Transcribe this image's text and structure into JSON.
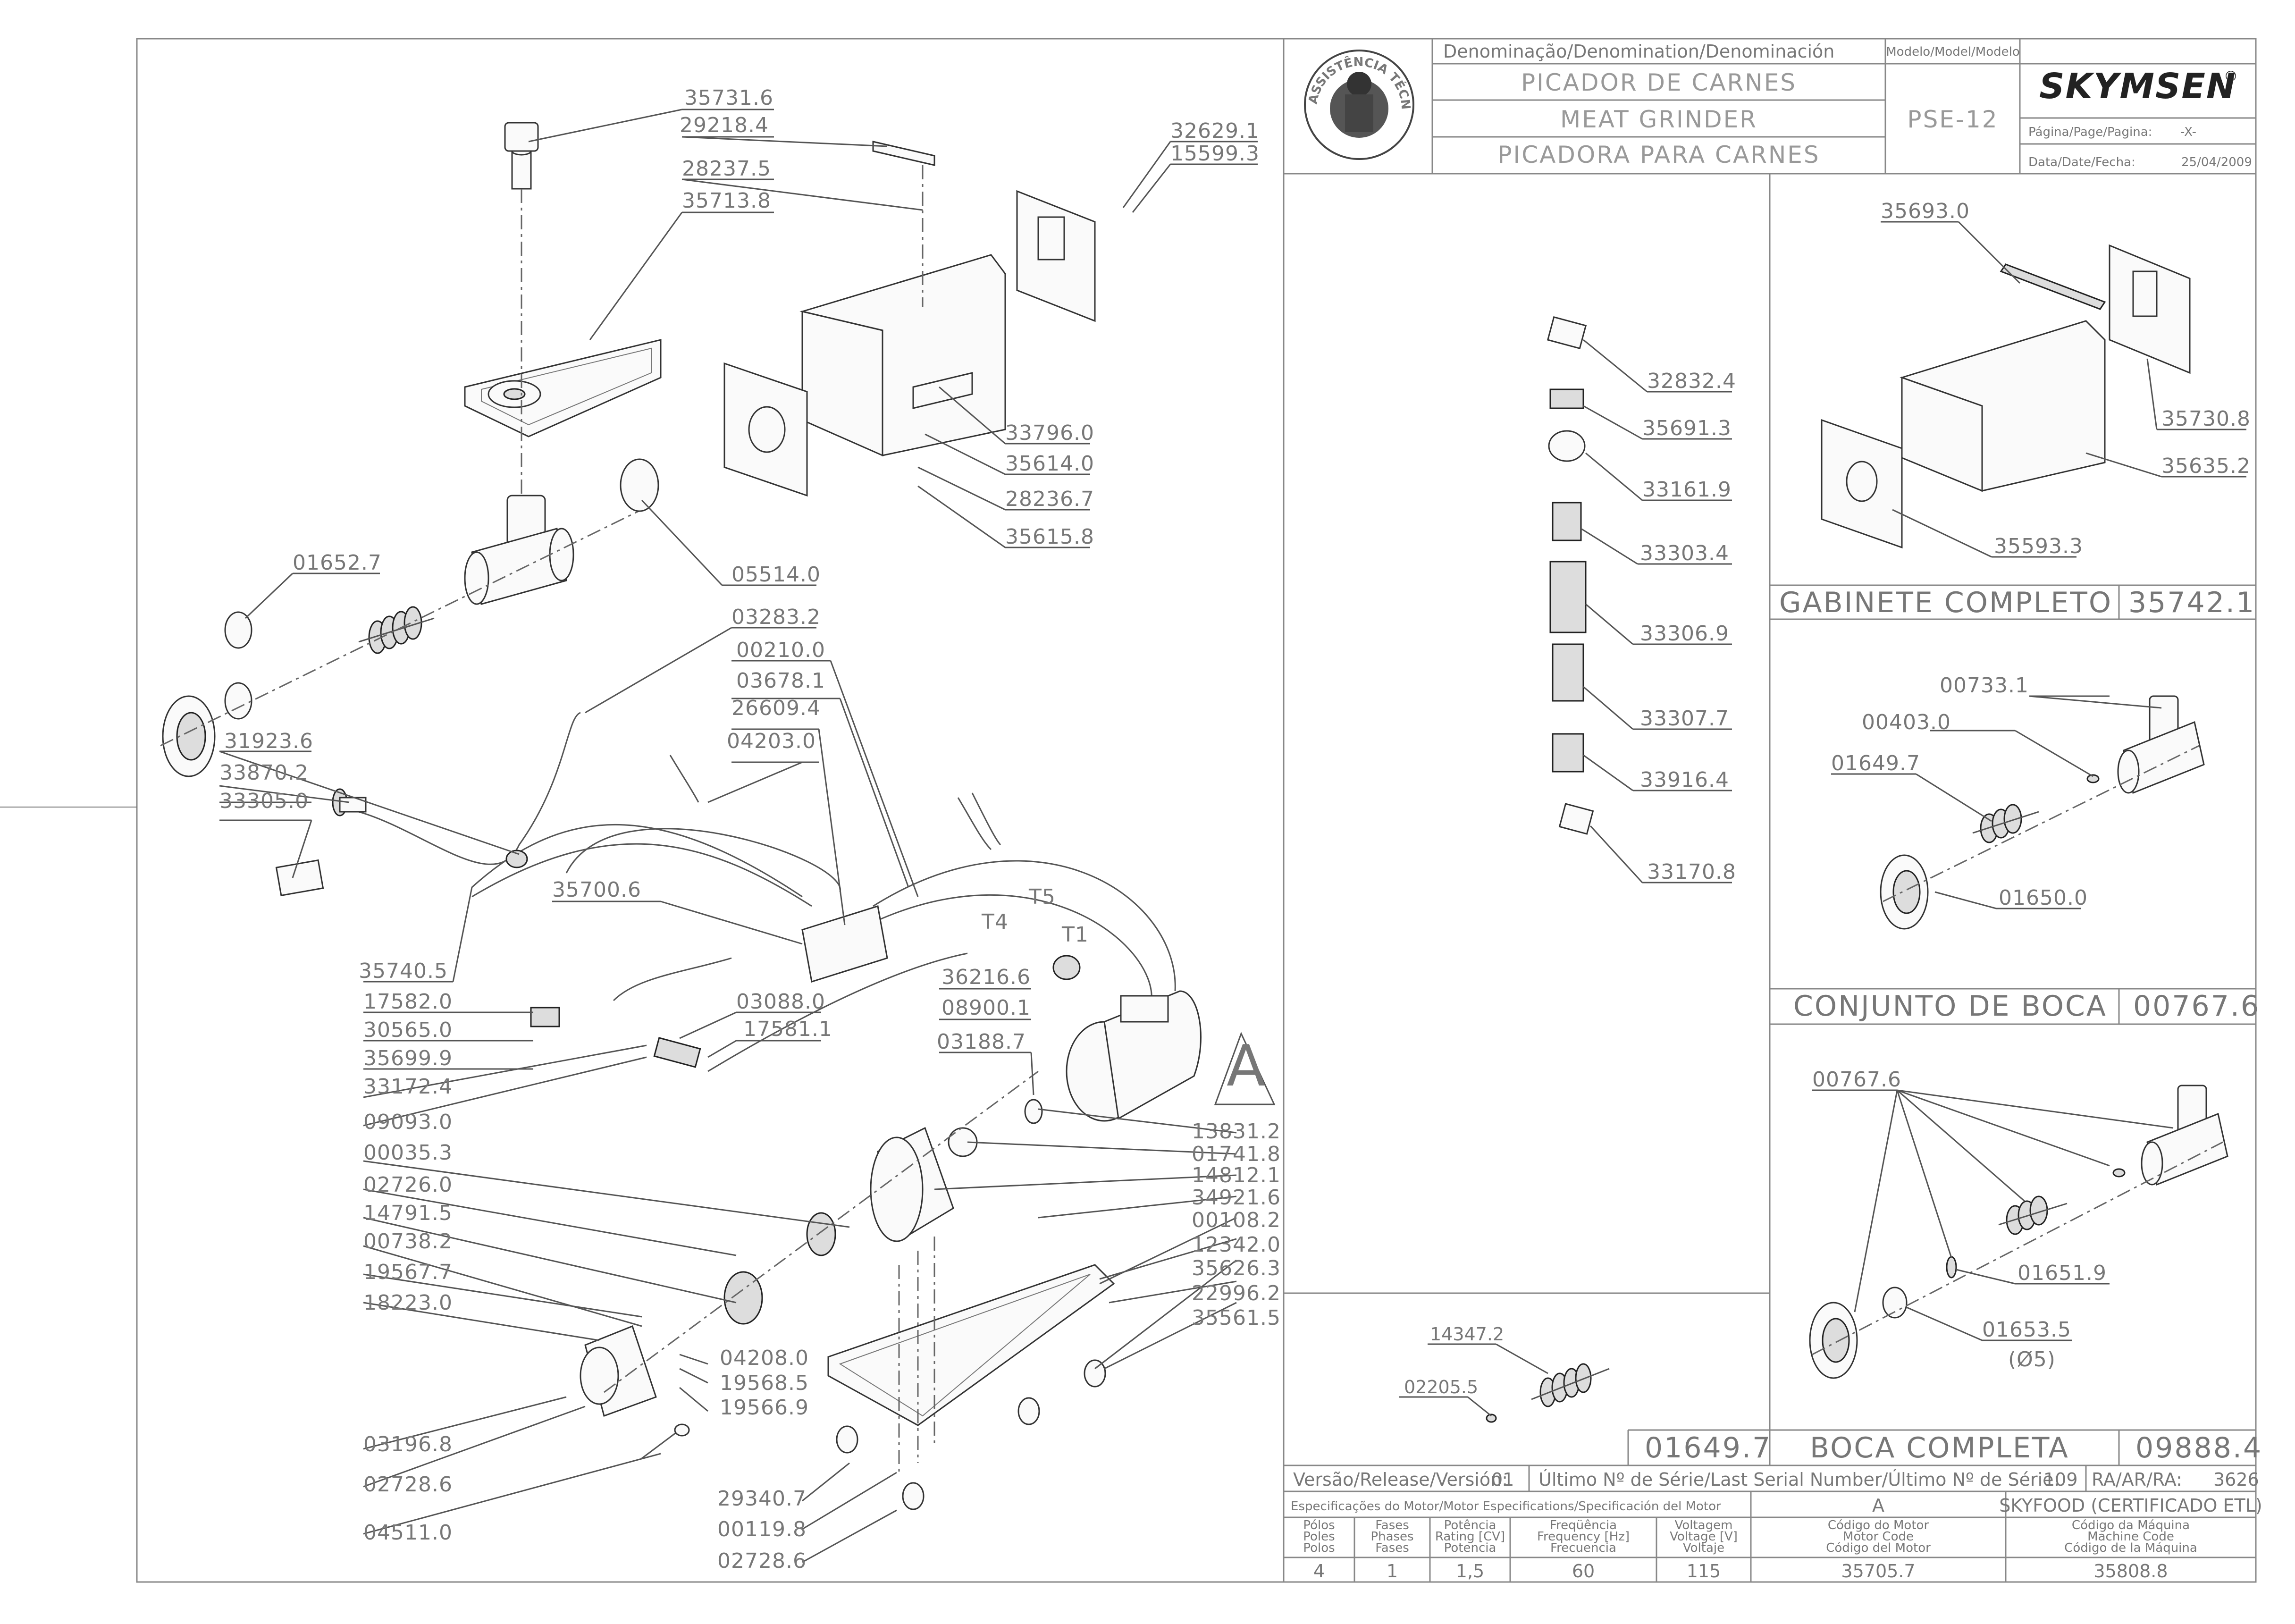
{
  "title_block": {
    "denomination_header": "Denominação/Denomination/Denominación",
    "name_pt": "PICADOR DE CARNES",
    "name_en": "MEAT GRINDER",
    "name_es": "PICADORA  PARA CARNES",
    "model_header": "Modelo/Model/Modelo",
    "model": "PSE-12",
    "brand": "SKYMSEN",
    "brand_mark": "®",
    "page_label": "Página/Page/Pagina:",
    "page_value": "-X-",
    "date_label": "Data/Date/Fecha:",
    "date_value": "25/04/2009",
    "seal_text": "ASSISTÊNCIA TÉCNICA AUTORIZADA"
  },
  "main_diagram": {
    "part_labels": [
      "35731.6",
      "29218.4",
      "28237.5",
      "35713.8",
      "32629.1",
      "15599.3",
      "33796.0",
      "35614.0",
      "28236.7",
      "35615.8",
      "01652.7",
      "05514.0",
      "03283.2",
      "00210.0",
      "03678.1",
      "26609.4",
      "04203.0",
      "31923.6",
      "33870.2",
      "33305.0",
      "35700.6",
      "35740.5",
      "17582.0",
      "30565.0",
      "35699.9",
      "33172.4",
      "09093.0",
      "03088.0",
      "17581.1",
      "36216.6",
      "08900.1",
      "03188.7",
      "13831.2",
      "01741.8",
      "00035.3",
      "14812.1",
      "34921.6",
      "02726.0",
      "00108.2",
      "14791.5",
      "12342.0",
      "00738.2",
      "35626.3",
      "19567.7",
      "22996.2",
      "18223.0",
      "35561.5",
      "04208.0",
      "19568.5",
      "19566.9",
      "03196.8",
      "02728.6",
      "04511.0",
      "29340.7",
      "00119.8",
      "02728.6"
    ],
    "wire_labels": [
      "T5",
      "T4",
      "T1"
    ],
    "motor_callout": "A"
  },
  "labels_column": {
    "part_labels": [
      "32832.4",
      "35691.3",
      "33161.9",
      "33303.4",
      "33306.9",
      "33307.7",
      "33916.4",
      "33170.8"
    ]
  },
  "gabinete": {
    "part_labels": [
      "35693.0",
      "35730.8",
      "35635.2",
      "35593.3"
    ],
    "title": "GABINETE COMPLETO",
    "code": "35742.1"
  },
  "conjunto_boca": {
    "part_labels": [
      "00733.1",
      "00403.0",
      "01649.7",
      "01650.0"
    ],
    "title": "CONJUNTO DE BOCA",
    "code": "00767.6"
  },
  "boca_completa": {
    "part_labels": [
      "00767.6",
      "01651.9",
      "01653.5",
      "(Ø5)"
    ],
    "title": "BOCA COMPLETA",
    "code": "09888.4"
  },
  "small_box": {
    "part_labels": [
      "14347.2",
      "02205.5"
    ],
    "code": "01649.7"
  },
  "release_row": {
    "version_label": "Versão/Release/Versión:",
    "version_value": "01",
    "serial_label": "Último Nº de Série/Last Serial Number/Último Nº de Série:",
    "serial_value": "109",
    "ra_label": "RA/AR/RA:",
    "ra_value": "3626"
  },
  "motor_specs": {
    "header": "Especificações do Motor/Motor Especifications/Specificación del Motor",
    "motor_letter": "A",
    "certification": "SKYFOOD (CERTIFICADO ETL)",
    "columns": [
      {
        "l1": "Pólos",
        "l2": "Poles",
        "l3": "Polos",
        "value": "4"
      },
      {
        "l1": "Fases",
        "l2": "Phases",
        "l3": "Fases",
        "value": "1"
      },
      {
        "l1": "Potência",
        "l2": "Rating [CV]",
        "l3": "Potencia",
        "value": "1,5"
      },
      {
        "l1": "Freqüência",
        "l2": "Frequency [Hz]",
        "l3": "Frecuencia",
        "value": "60"
      },
      {
        "l1": "Voltagem",
        "l2": "Voltage [V]",
        "l3": "Voltaje",
        "value": "115"
      },
      {
        "l1": "Código do Motor",
        "l2": "Motor Code",
        "l3": "Código del Motor",
        "value": "35705.7"
      },
      {
        "l1": "Código da Máquina",
        "l2": "Machine Code",
        "l3": "Código de la Máquina",
        "value": "35808.8"
      }
    ]
  }
}
